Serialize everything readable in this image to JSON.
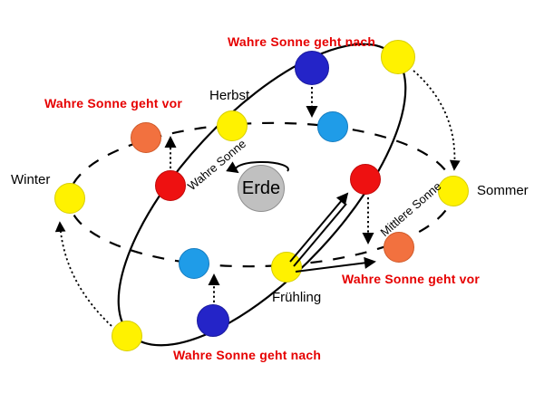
{
  "diagram": {
    "earth_label": "Erde",
    "orbit_labels": {
      "true_sun": "Wahre Sonne",
      "mean_sun": "Mittlere Sonne"
    },
    "season_labels": {
      "winter": "Winter",
      "autumn": "Herbst",
      "summer": "Sommer",
      "spring": "Frühling"
    },
    "annotations": {
      "top_nach": "Wahre Sonne geht nach",
      "left_vor": "Wahre Sonne geht vor",
      "right_vor": "Wahre Sonne geht vor",
      "bottom_nach": "Wahre Sonne geht nach"
    },
    "colors": {
      "annotation_red": "#e60000",
      "sun_yellow": "#fff200",
      "true_sun_red": "#ee1111",
      "true_sun_blue": "#2424c8",
      "mean_sun_orange": "#f2713f",
      "mean_sun_lightblue": "#1f9ce8",
      "earth_gray": "#c0c0c0",
      "orbit_line": "#000000"
    }
  }
}
